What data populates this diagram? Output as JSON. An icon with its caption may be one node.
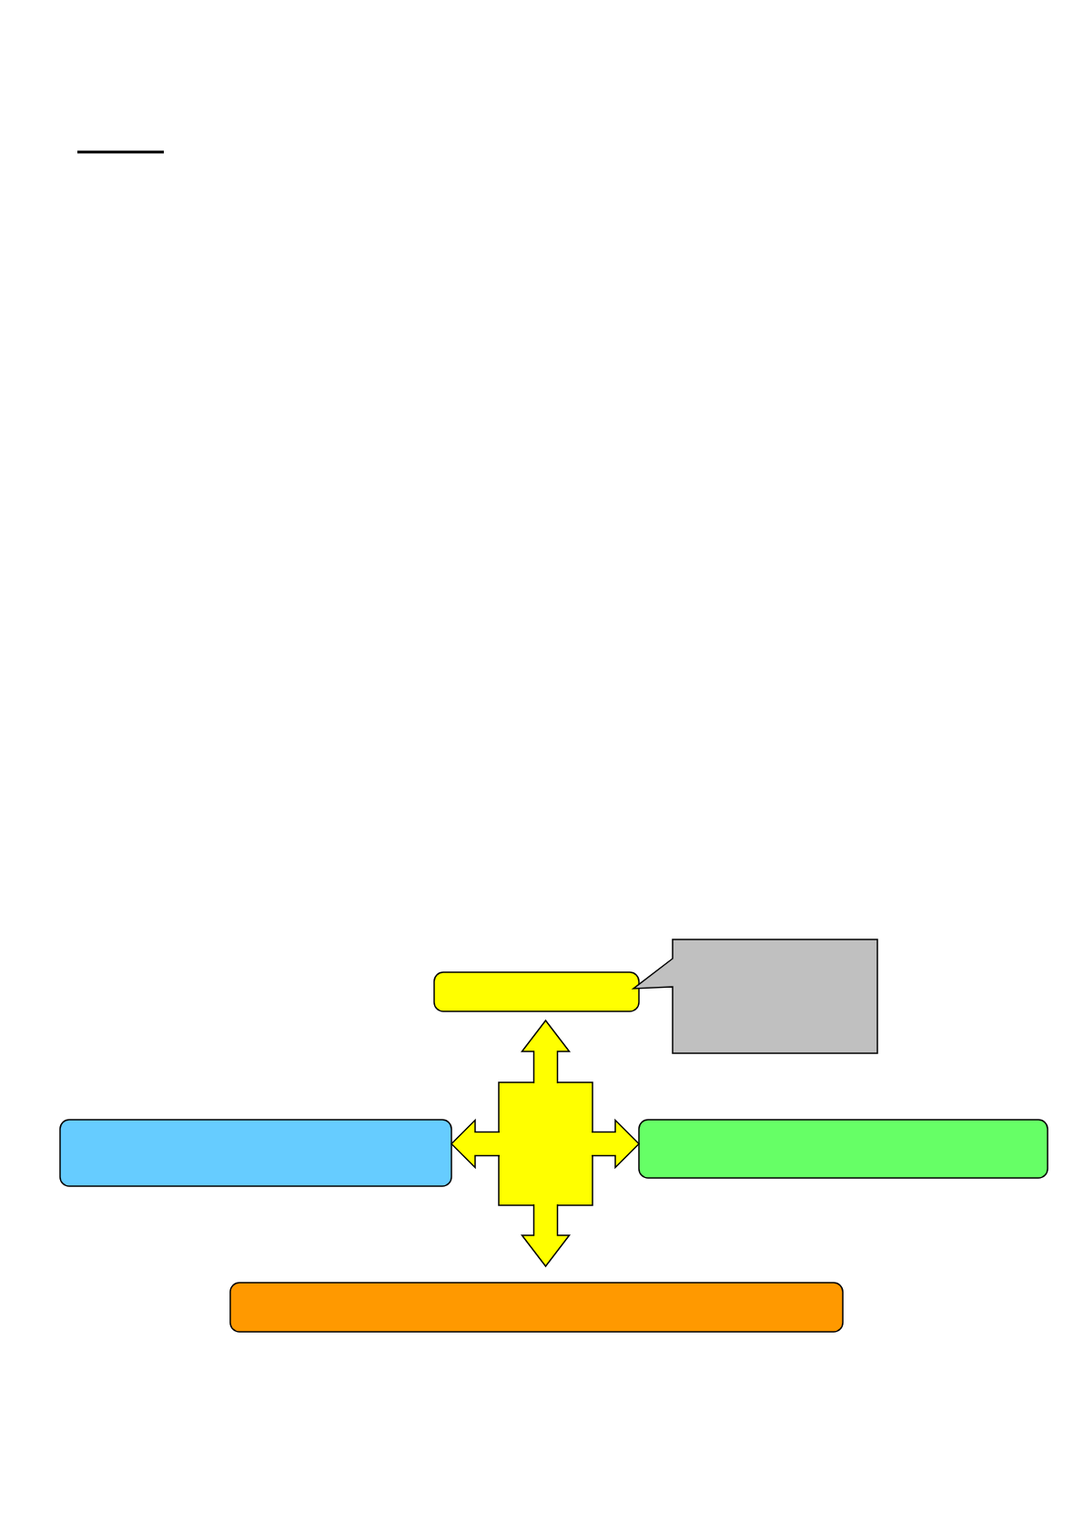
{
  "diagram": {
    "nodes": [
      {
        "text": [],
        "shape": "box"
      },
      {
        "text": [],
        "shape": "callout"
      },
      {
        "text": [],
        "shape": "arrow"
      },
      {
        "text": [],
        "shape": "box"
      },
      {
        "text": [],
        "shape": "box"
      },
      {
        "text": [],
        "shape": "box"
      }
    ],
    "edges": [
      {
        "from": 2,
        "to": 0,
        "arrow": "to"
      },
      {
        "from": 2,
        "to": 3,
        "arrow": "to"
      },
      {
        "from": 2,
        "to": 4,
        "arrow": "to"
      },
      {
        "from": 2,
        "to": 5,
        "arrow": "to"
      }
    ]
  }
}
